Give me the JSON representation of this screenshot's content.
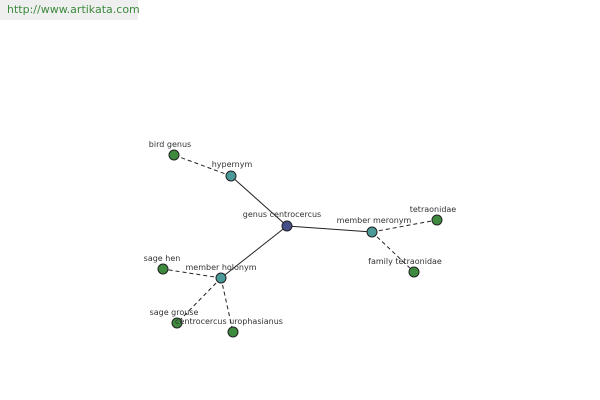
{
  "header": {
    "url": "http://www.artikata.com"
  },
  "colors": {
    "center": "#464f8a",
    "relation": "#4a9a99",
    "leaf": "#3e8a3e",
    "stroke": "#222222"
  },
  "graph": {
    "nodes": [
      {
        "id": "center",
        "label": "genus centrocercus",
        "kind": "center",
        "name": "node-genus-centrocercus"
      },
      {
        "id": "hyper",
        "label": "hypernym",
        "kind": "relation",
        "name": "node-hypernym"
      },
      {
        "id": "meronym",
        "label": "member meronym",
        "kind": "relation",
        "name": "node-member-meronym"
      },
      {
        "id": "holonym",
        "label": "member holonym",
        "kind": "relation",
        "name": "node-member-holonym"
      },
      {
        "id": "bird",
        "label": "bird genus",
        "kind": "leaf",
        "name": "node-bird-genus"
      },
      {
        "id": "tetra",
        "label": "tetraonidae",
        "kind": "leaf",
        "name": "node-tetraonidae"
      },
      {
        "id": "family",
        "label": "family tetraonidae",
        "kind": "leaf",
        "name": "node-family-tetraonidae"
      },
      {
        "id": "sagehen",
        "label": "sage hen",
        "kind": "leaf",
        "name": "node-sage-hen"
      },
      {
        "id": "grouse",
        "label": "sage grouse",
        "kind": "leaf",
        "name": "node-sage-grouse"
      },
      {
        "id": "centro",
        "label": "centrocercus urophasianus",
        "kind": "leaf",
        "name": "node-centrocercus-urophasianus"
      }
    ],
    "edges": [
      {
        "from": "center",
        "to": "hyper",
        "style": "solid"
      },
      {
        "from": "center",
        "to": "meronym",
        "style": "solid"
      },
      {
        "from": "center",
        "to": "holonym",
        "style": "solid"
      },
      {
        "from": "hyper",
        "to": "bird",
        "style": "dashed"
      },
      {
        "from": "meronym",
        "to": "tetra",
        "style": "dashed"
      },
      {
        "from": "meronym",
        "to": "family",
        "style": "dashed"
      },
      {
        "from": "holonym",
        "to": "sagehen",
        "style": "dashed"
      },
      {
        "from": "holonym",
        "to": "grouse",
        "style": "dashed"
      },
      {
        "from": "holonym",
        "to": "centro",
        "style": "dashed"
      }
    ]
  }
}
